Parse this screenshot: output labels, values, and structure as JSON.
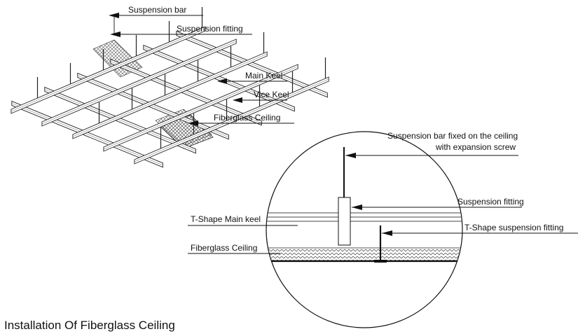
{
  "title": "Installation Of Fiberglass Ceiling",
  "grid_labels": {
    "suspension_bar": "Suspension bar",
    "suspension_fitting": "Suspension fitting",
    "main_keel": "Main Keel",
    "vice_keel": "Vice Keel",
    "fiberglass_ceiling": "Fiberglass Ceiling"
  },
  "detail_labels": {
    "bar_fixed_line1": "Suspension bar fixed on the ceiling",
    "bar_fixed_line2": "with expansion screw",
    "suspension_fitting": "Suspension fitting",
    "t_shape_main_keel": "T-Shape Main keel",
    "t_shape_suspension_fitting": "T-Shape suspension fitting",
    "fiberglass_ceiling": "Fiberglass Ceiling"
  }
}
